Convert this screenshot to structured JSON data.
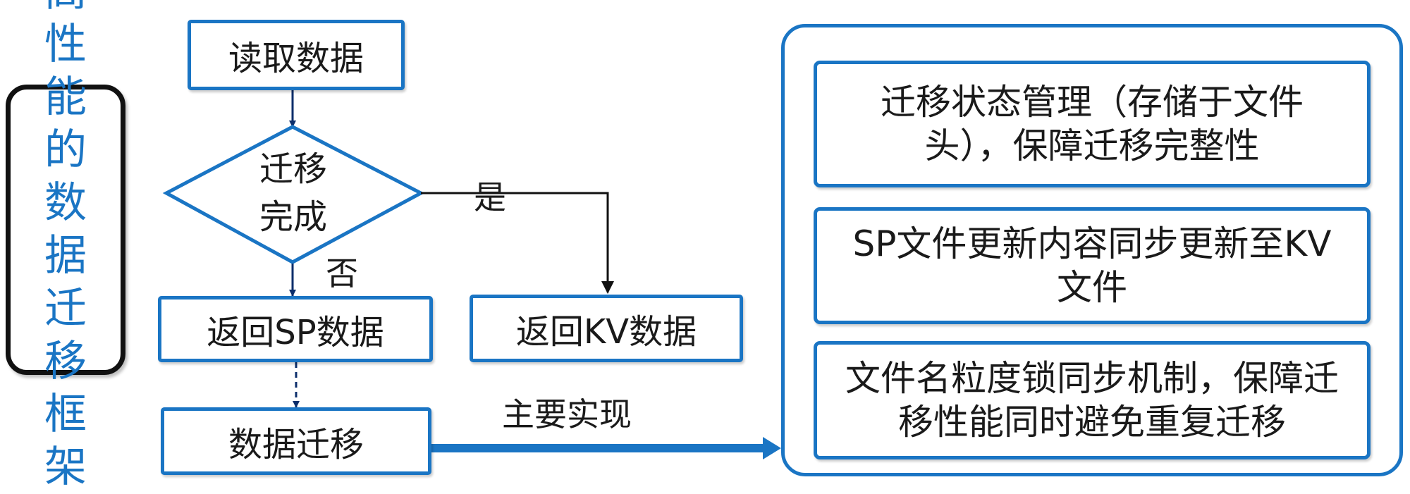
{
  "side_title": "高性能的数据迁移框架",
  "flow": {
    "read": "读取数据",
    "decision": "迁移完成",
    "yes_label": "是",
    "no_label": "否",
    "return_sp": "返回SP数据",
    "return_kv": "返回KV数据",
    "migrate": "数据迁移",
    "arrow_label": "主要实现"
  },
  "mechanisms": [
    "迁移状态管理（存储于文件头），保障迁移完整性",
    "SP文件更新内容同步更新至KV文件",
    "文件名粒度锁同步机制，保障迁移性能同时避免重复迁移"
  ],
  "colors": {
    "accent": "#1a75c4",
    "arrow": "#0b2e6b",
    "text": "#1a1a1a"
  }
}
